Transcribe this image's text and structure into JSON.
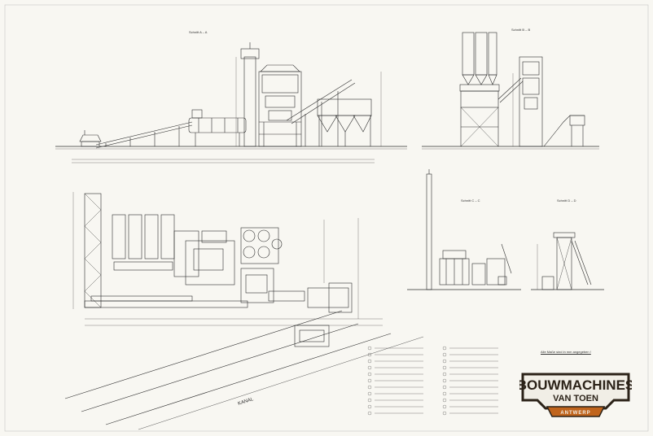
{
  "section_labels": {
    "aa": "Schnitt  A – A",
    "bb": "Schnitt  B – B",
    "cc": "Schnitt  C – C",
    "dd": "Schnitt  D – D"
  },
  "canal_label": "KANAL",
  "note": "Alle Maße sind in mm angegeben !",
  "logo": {
    "line1": "BOUWMACHINES",
    "line2": "VAN TOEN",
    "tag": "ANTWERP",
    "colors": {
      "dark": "#2b2218",
      "fill": "#f1eee6",
      "accent": "#c0641c"
    }
  }
}
